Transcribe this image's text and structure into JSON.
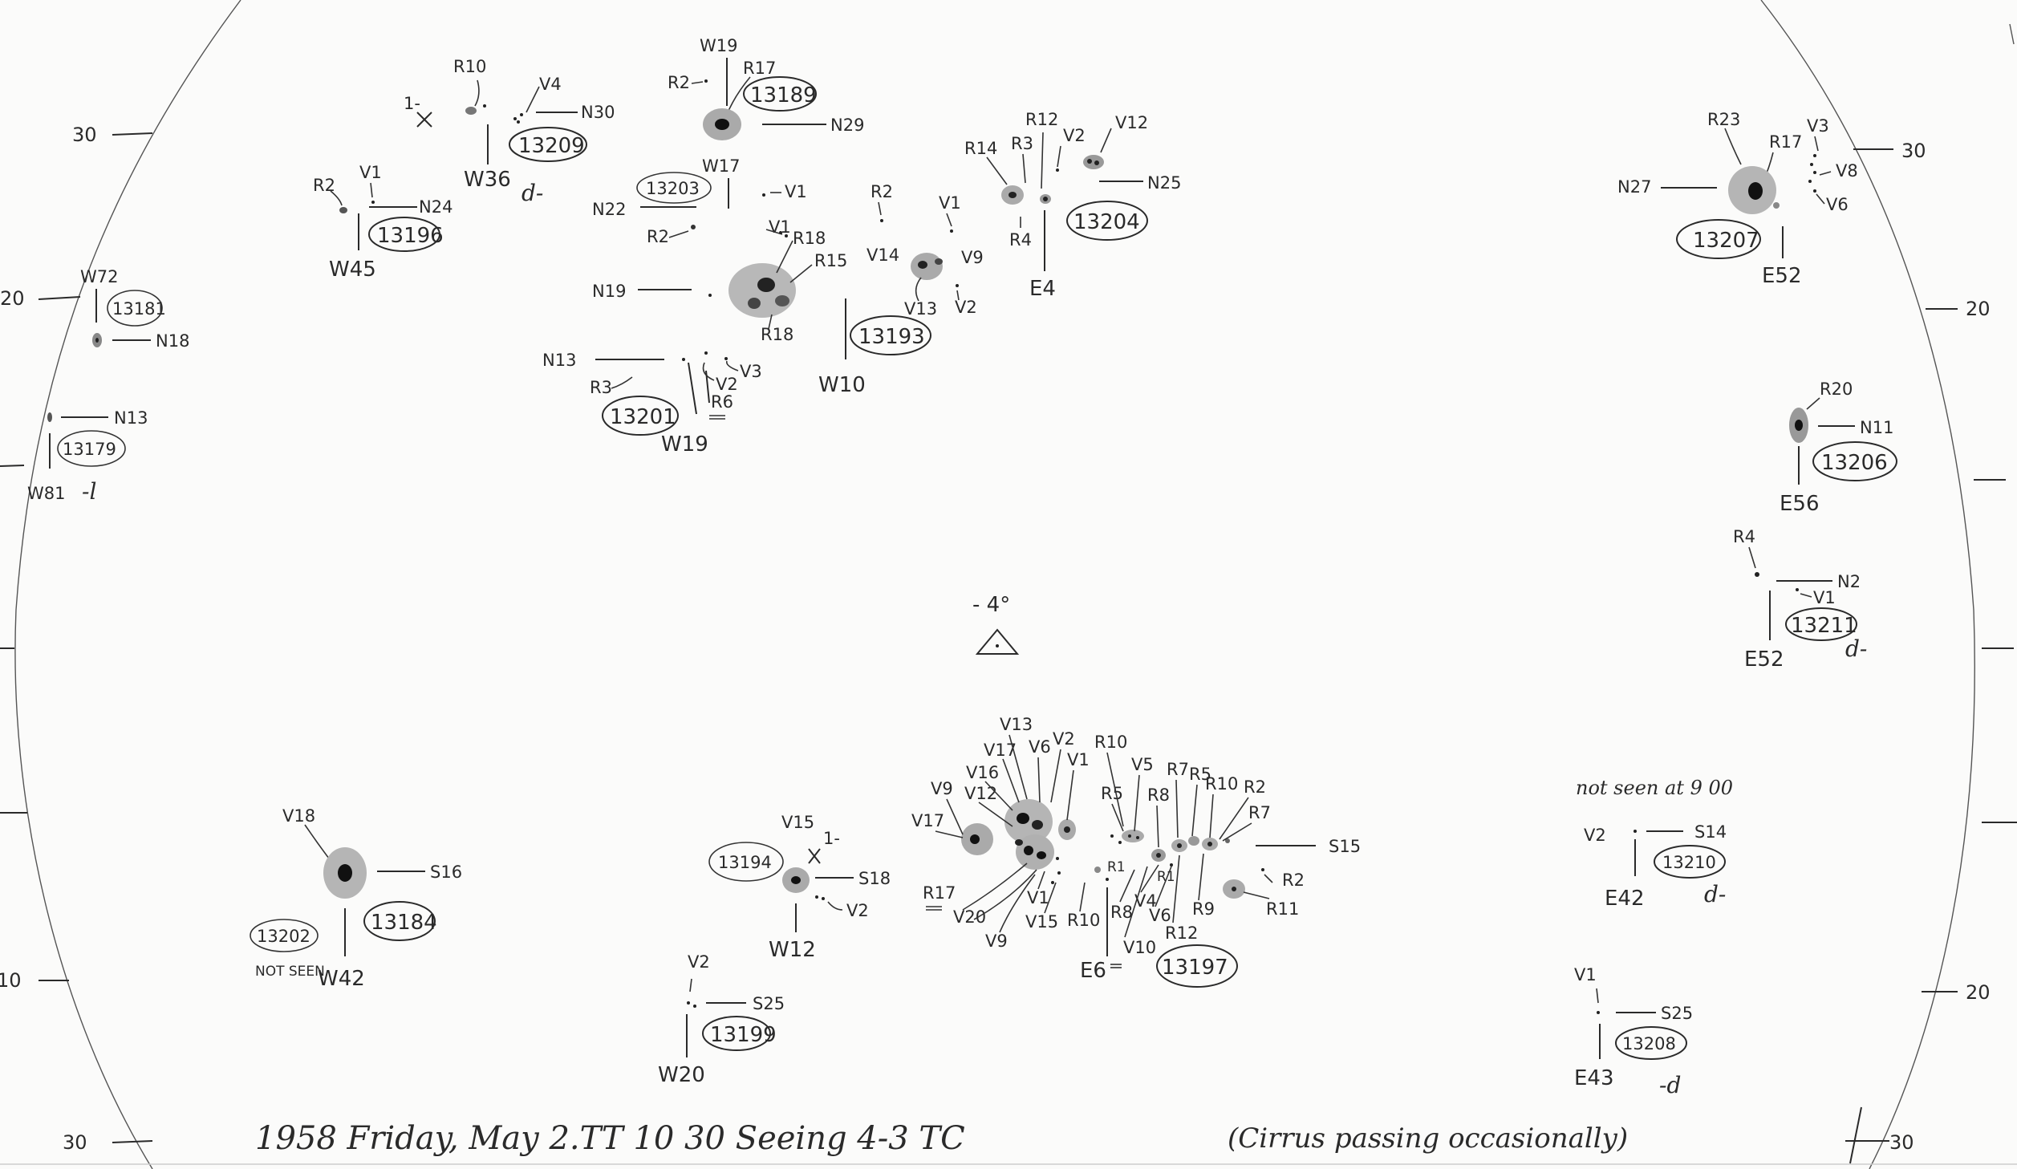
{
  "scale_labels": {
    "left_30_top": "30",
    "left_20_top": "20",
    "left_10": "10",
    "left_30_bottom": "30",
    "right_30_top": "30",
    "right_20_top": "20",
    "right_20_bottom": "20",
    "right_30_bottom": "30"
  },
  "center_mark": "- 4°",
  "footer_line": "1958 Friday, May 2.TT 10 30  Seeing 4-3 TC",
  "footer_note": "(Cirrus passing occasionally)",
  "groups": {
    "g13209": {
      "number": "13209",
      "lat": "N30",
      "lon": "W36",
      "spots": [
        "R10",
        "V4"
      ],
      "mark": "1-",
      "note": "d-"
    },
    "g13196": {
      "number": "13196",
      "lat": "N24",
      "lon": "W45",
      "spots": [
        "R2",
        "V1"
      ]
    },
    "g13189": {
      "number": "13189",
      "lat": "N29",
      "lon": "W19",
      "spots": [
        "R2",
        "R17"
      ]
    },
    "g13203": {
      "number": "13203",
      "lat": "N22",
      "lon": "W17",
      "spots": [
        "V1",
        "R2"
      ]
    },
    "g13193": {
      "number": "13193",
      "lat": "N19",
      "lon": "W10",
      "spots": [
        "V1",
        "R18",
        "R15",
        "R18",
        "R2",
        "V1",
        "V14",
        "V9",
        "V13",
        "V2"
      ]
    },
    "g13201": {
      "number": "13201",
      "lat": "N13",
      "lon": "W19",
      "spots": [
        "R3",
        "V2",
        "V3",
        "R6"
      ]
    },
    "g13204": {
      "number": "13204",
      "lat": "N25",
      "lon": "E4",
      "spots": [
        "R14",
        "R3",
        "R12",
        "V2",
        "V12",
        "R4"
      ]
    },
    "g13181": {
      "number": "13181",
      "lat": "N18",
      "lon": "W72",
      "spots": []
    },
    "g13179": {
      "number": "13179",
      "lat": "N13",
      "lon": "W81",
      "spots": [],
      "note": "-l"
    },
    "g13207": {
      "number": "13207",
      "lat": "N27",
      "lon": "E52",
      "spots": [
        "R23",
        "R17",
        "V3",
        "V8",
        "V6"
      ]
    },
    "g13206": {
      "number": "13206",
      "lat": "N11",
      "lon": "E56",
      "spots": [
        "R20"
      ]
    },
    "g13211": {
      "number": "13211",
      "lat": "N2",
      "lon": "E52",
      "spots": [
        "R4",
        "V1"
      ],
      "note": "d-"
    },
    "g13184": {
      "number": "13184",
      "lat": "S16",
      "lon": "W42",
      "spots": [
        "V18"
      ]
    },
    "g13202": {
      "number": "13202",
      "status": "NOT SEEN"
    },
    "g13194": {
      "number": "13194",
      "lat": "S18",
      "lon": "W12",
      "spots": [
        "V15",
        "V2"
      ],
      "mark": "1-"
    },
    "g13199": {
      "number": "13199",
      "lat": "S25",
      "lon": "W20",
      "spots": [
        "V2"
      ]
    },
    "g13197": {
      "number": "13197",
      "lat": "S15",
      "lon": "E6",
      "spots_top": [
        "V13",
        "V17",
        "V6",
        "V2",
        "V16",
        "V1",
        "V9",
        "V12",
        "R10",
        "R5",
        "V5",
        "R8",
        "R7",
        "R5",
        "R10",
        "R2",
        "R7",
        "V17"
      ],
      "spots_bottom": [
        "R17",
        "V20",
        "V9",
        "V1",
        "V15",
        "R10",
        "R8",
        "V10",
        "V4",
        "V6",
        "R12",
        "R9",
        "R1",
        "R11",
        "R1",
        "R2"
      ]
    },
    "g13210": {
      "number": "13210",
      "lat": "S14",
      "lon": "E42",
      "spots": [
        "V2"
      ],
      "status": "not seen at 9 00",
      "note": "d-"
    },
    "g13208": {
      "number": "13208",
      "lat": "S25",
      "lon": "E43",
      "spots": [
        "V1"
      ],
      "note": "-d"
    }
  }
}
